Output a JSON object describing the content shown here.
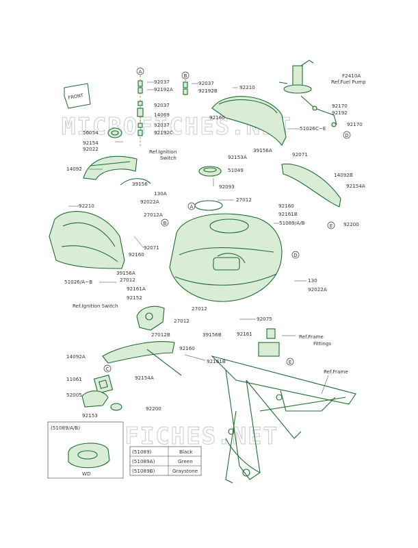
{
  "figure_code": "F2410A",
  "watermarks": [
    "MICROFICHES.NET",
    "MICROFICHES.NET"
  ],
  "front_label": "FRONT",
  "callouts": [
    "A",
    "B",
    "C",
    "D",
    "E"
  ],
  "part_labels": {
    "p92037a": "92037",
    "p92192a": "92192A",
    "p92037b": "92037",
    "p14069": "14069",
    "p92037c": "92037",
    "p92192c": "92192C",
    "p92037d": "92037",
    "p92192b": "92192B",
    "p92210a": "92210",
    "p92160a": "92160",
    "p51026ce": "51026C~E",
    "p39156a1": "39156A",
    "p92071a": "92071",
    "p92170a": "92170",
    "p92192d": "92192",
    "p92170b": "92170",
    "ref_fuel_pump": "Ref.Fuel Pump",
    "p56054": "56054",
    "p92154a": "92154",
    "p92022a": "92022",
    "p14092": "14092",
    "p39156": "39156",
    "ref_ign1": "Ref.Ignition",
    "ref_ign1b": "Switch",
    "p92153a": "92153A",
    "p51049": "51049",
    "p92093": "92093",
    "p14092b": "14092B",
    "p92154a2": "92154A",
    "p130a": "130A",
    "p92022a2": "92022A",
    "p27012": "27012",
    "p92210b": "92210",
    "p27012a": "27012A",
    "p51089": "51089/A/B",
    "p92160b": "92160",
    "p92161b": "92161B",
    "p92200a": "92200",
    "p92160c": "92160",
    "p92071b": "92071",
    "p51026ab": "51026/A~B",
    "p39156a2": "39156A",
    "p27012c": "27012",
    "p92161a": "92161A",
    "p92152": "92152",
    "ref_ign2": "Ref.Ignition Switch",
    "p27012d": "27012",
    "p130": "130",
    "p92022a3": "92022A",
    "p27012e": "27012",
    "p92075": "92075",
    "p39156b": "39156B",
    "p92161": "92161",
    "ref_frame_fit": "Ref.Frame",
    "ref_frame_fit2": "Fittings",
    "p27012b": "27012B",
    "p14092a": "14092A",
    "p92160d": "92160",
    "p92161b2": "92161B",
    "p11061": "11061",
    "p52005": "52005",
    "p92153": "92153",
    "p92154a3": "92154A",
    "p92200b": "92200",
    "ref_frame": "Ref.Frame"
  },
  "inset": {
    "title": "(51089/A/B)",
    "caption": "WD"
  },
  "color_table": [
    {
      "code": "(51089)",
      "color": "Black"
    },
    {
      "code": "(51089A)",
      "color": "Green"
    },
    {
      "code": "(51089B)",
      "color": "Graystone"
    }
  ],
  "colors": {
    "part_stroke": "#1d6b2e",
    "part_fill": "#d8ecd6",
    "text": "#333333"
  }
}
